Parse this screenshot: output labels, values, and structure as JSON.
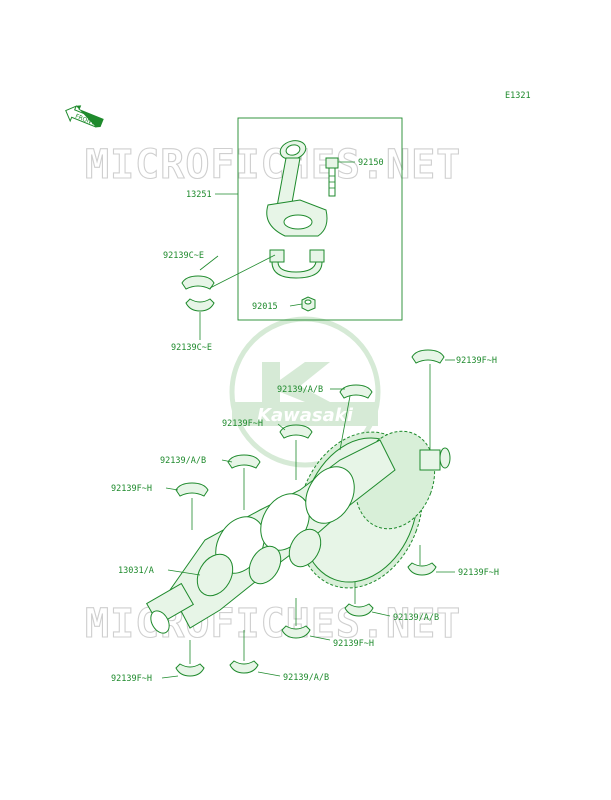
{
  "diagram_code": "E1321",
  "front_label": "FRONT",
  "watermark_text": "MICROFICHES.NET",
  "logo_text": "Kawasaki",
  "colors": {
    "line": "#1e8a2c",
    "watermark": "#cfcfcf",
    "logo": "#d6ead6"
  },
  "labels": {
    "p92150": "92150",
    "p13251": "13251",
    "p92139ce_top": "92139C~E",
    "p92015": "92015",
    "p92139ce_bottom": "92139C~E",
    "p92139fh_upper_right": "92139F~H",
    "p92139ab_center": "92139/A/B",
    "p92139fh_center": "92139F~H",
    "p92139ab_left": "92139/A/B",
    "p92139fh_left": "92139F~H",
    "p13031a": "13031/A",
    "p92139fh_lower_right": "92139F~H",
    "p92139ab_lower_right": "92139/A/B",
    "p92139fh_lower_center": "92139F~H",
    "p92139fh_bottom_left": "92139F~H",
    "p92139ab_bottom": "92139/A/B"
  }
}
